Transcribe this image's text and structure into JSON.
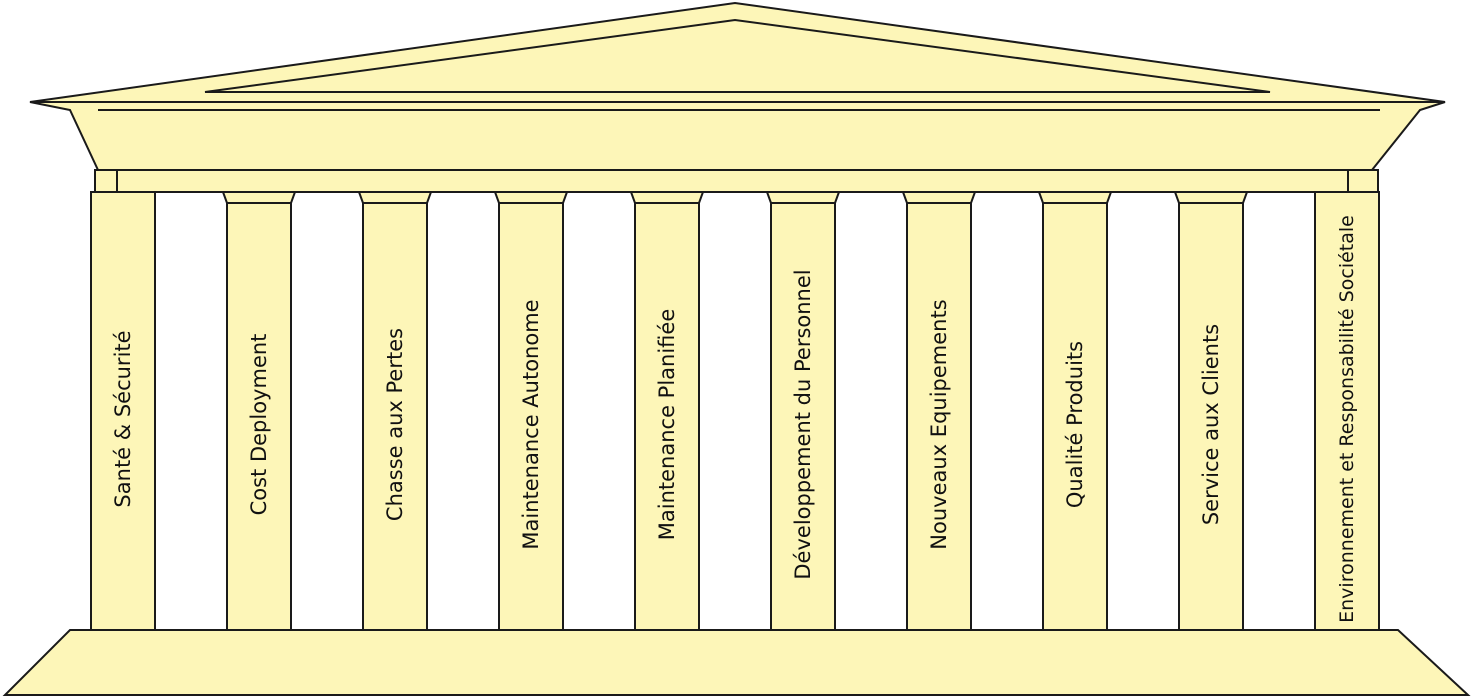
{
  "title": "",
  "colors": {
    "stone": "#fdf6b8",
    "outline": "#1a1a1a",
    "text": "#111111"
  },
  "pillars": [
    {
      "label": "Santé & Sécurité"
    },
    {
      "label": "Cost Deployment"
    },
    {
      "label": "Chasse aux Pertes"
    },
    {
      "label": "Maintenance Autonome"
    },
    {
      "label": "Maintenance Planifiée"
    },
    {
      "label": "Développement du Personnel"
    },
    {
      "label": "Nouveaux Equipements"
    },
    {
      "label": "Qualité Produits"
    },
    {
      "label": "Service aux Clients"
    },
    {
      "label": "Environnement et Responsabilité Sociétale"
    }
  ]
}
